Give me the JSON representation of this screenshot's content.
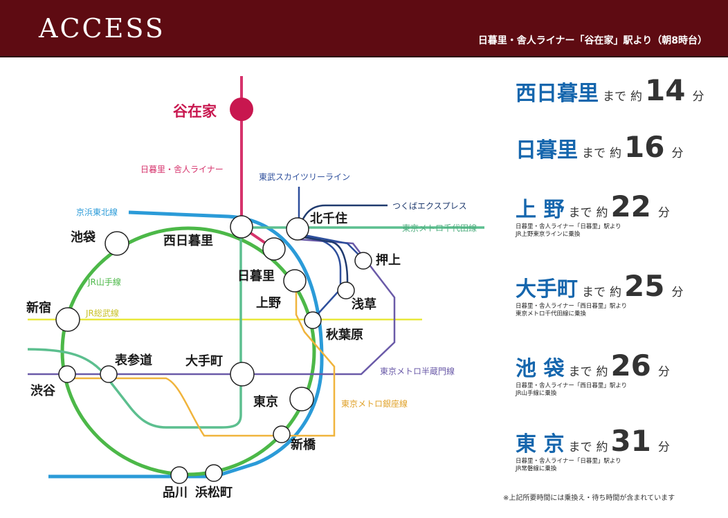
{
  "header": {
    "title": "ACCESS",
    "subtitle": "日暮里・舎人ライナー「谷在家」駅より（朝8時台）"
  },
  "map": {
    "stations": {
      "yazaike": "谷在家",
      "nishinippori": "西日暮里",
      "nippori": "日暮里",
      "ueno": "上野",
      "kitasenju": "北千住",
      "oshiage": "押上",
      "asakusa": "浅草",
      "akihabara": "秋葉原",
      "ikebukuro": "池袋",
      "shinjuku": "新宿",
      "shibuya": "渋谷",
      "omotesando": "表参道",
      "otemachi": "大手町",
      "tokyo": "東京",
      "shinbashi": "新橋",
      "shinagawa": "品川",
      "hamamatsucho": "浜松町"
    },
    "lines": {
      "toneri_liner": "日暮里・舎人ライナー",
      "tobu_skytree": "東武スカイツリーライン",
      "tsukuba_express": "つくばエクスプレス",
      "chiyoda": "東京メトロ千代田線",
      "keihin_tohoku": "京浜東北線",
      "yamanote": "JR山手線",
      "sobu": "JR総武線",
      "hanzomon": "東京メトロ半蔵門線",
      "ginza": "東京メトロ銀座線"
    },
    "colors": {
      "toneri_liner": "#d6336c",
      "yamanote": "#4cb848",
      "keihin_tohoku": "#2b9bd8",
      "chiyoda": "#5cbf8f",
      "hanzomon": "#6a5aa8",
      "ginza": "#f0b43c",
      "sobu": "#e8e83a",
      "tobu": "#2e4f9c",
      "tsukuba": "#1f3a6e",
      "yazaike_dot": "#c8174f"
    }
  },
  "times": [
    {
      "dest": "西日暮里",
      "prefix": "まで",
      "approx": "約",
      "minutes": "14",
      "unit": "分",
      "note1": "",
      "note2": ""
    },
    {
      "dest": "日暮里",
      "prefix": "まで",
      "approx": "約",
      "minutes": "16",
      "unit": "分",
      "note1": "",
      "note2": ""
    },
    {
      "dest": "上 野",
      "prefix": "まで",
      "approx": "約",
      "minutes": "22",
      "unit": "分",
      "note1": "日暮里・舎人ライナー「日暮里」駅より",
      "note2": "JR上野東京ラインに乗換"
    },
    {
      "dest": "大手町",
      "prefix": "まで",
      "approx": "約",
      "minutes": "25",
      "unit": "分",
      "note1": "日暮里・舎人ライナー「西日暮里」駅より",
      "note2": "東京メトロ千代田線に乗換"
    },
    {
      "dest": "池 袋",
      "prefix": "まで",
      "approx": "約",
      "minutes": "26",
      "unit": "分",
      "note1": "日暮里・舎人ライナー「西日暮里」駅より",
      "note2": "JR山手線に乗換"
    },
    {
      "dest": "東 京",
      "prefix": "まで",
      "approx": "約",
      "minutes": "31",
      "unit": "分",
      "note1": "日暮里・舎人ライナー「日暮里」駅より",
      "note2": "JR常磐線に乗換"
    }
  ],
  "footnote": "※上記所要時間には乗換え・待ち時間が含まれています"
}
